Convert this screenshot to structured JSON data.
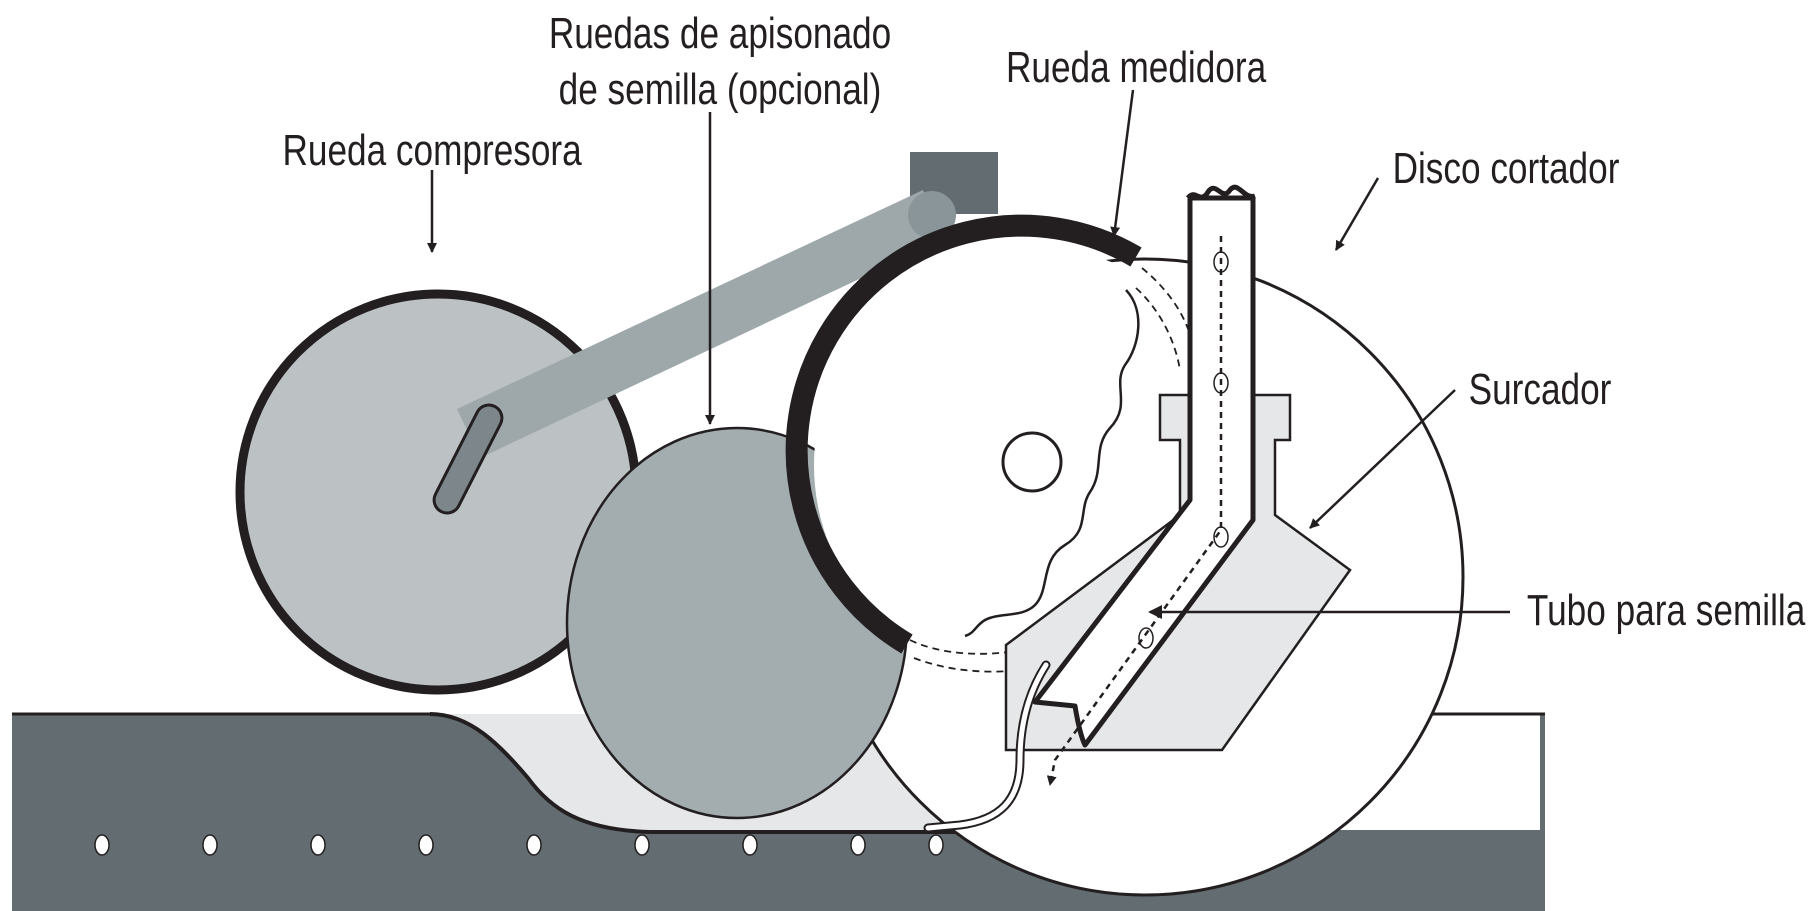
{
  "labels": {
    "press_wheel": "Rueda compresora",
    "firming_wheels_line1": "Ruedas de apisonado",
    "firming_wheels_line2": "de semilla (opcional)",
    "gauge_wheel": "Rueda medidora",
    "disc_opener": "Disco cortador",
    "opener": "Surcador",
    "seed_tube": "Tubo para semilla"
  },
  "colors": {
    "soil": "#636c70",
    "press_wheel_fill": "#bcc2c4",
    "firming_wheel_fill": "#a3acaf",
    "arm": "#9ea8ab",
    "bracket": "#636c70",
    "outline": "#231f20",
    "furrow": "#e6e7e8",
    "seed": "#ffffff"
  }
}
